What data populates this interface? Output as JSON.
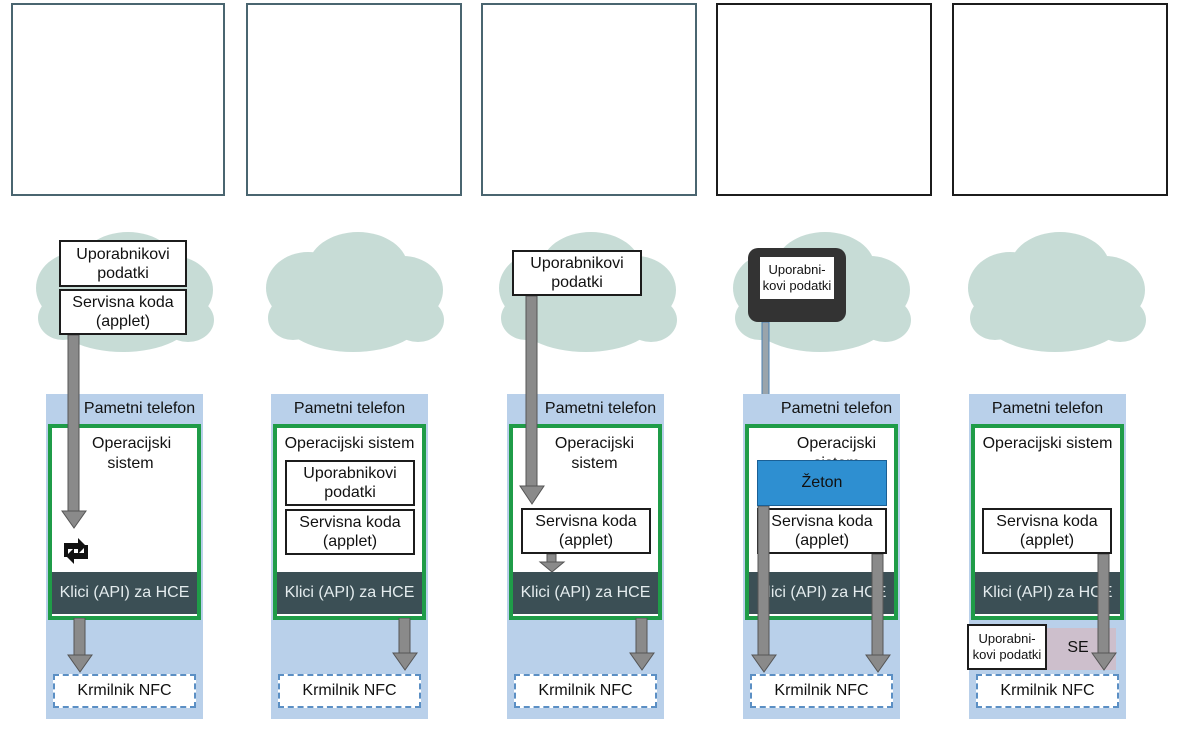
{
  "labels": {
    "phone": "Pametni telefon",
    "os": "Operacijski sistem",
    "api": "Klici (API) za HCE",
    "nfc": "Krmilnik NFC",
    "user_data": "Uporabnikovi podatki",
    "user_data_split": "Uporabni-kovi podatki",
    "service_code": "Servisna koda (applet)",
    "token": "Žeton",
    "se": "SE"
  },
  "colors": {
    "cloud": "#c7dcd6",
    "phone_bg": "#b9d0ea",
    "os_border": "#1f9c48",
    "api_bg": "#3b4f55",
    "token_bg": "#2e8fd1",
    "se_bg": "#cdbfcc",
    "arrow": "#8a8a8a"
  },
  "icons": [
    "sync-icon",
    "safe-icon"
  ]
}
